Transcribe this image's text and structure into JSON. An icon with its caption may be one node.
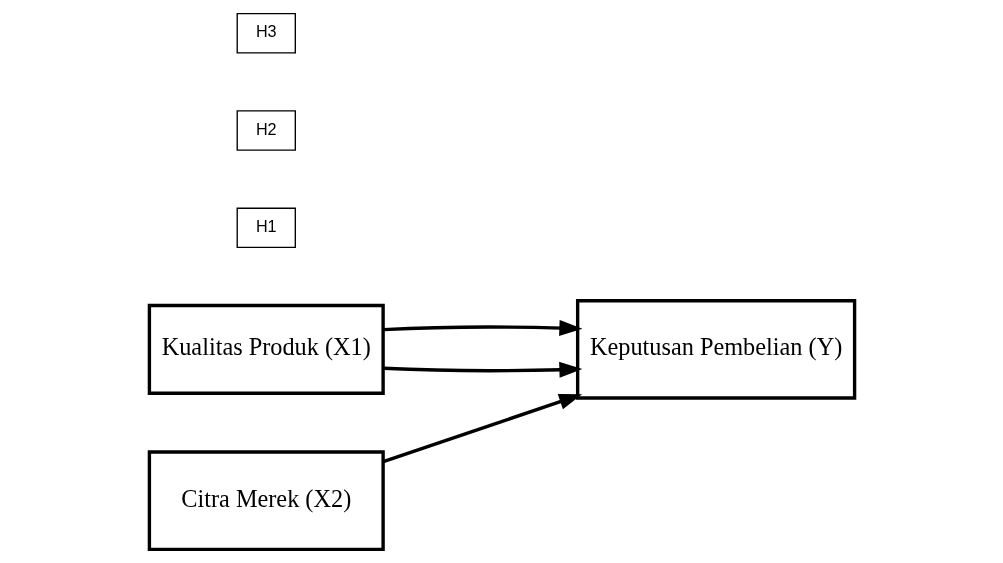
{
  "diagram": {
    "nodes": [
      {
        "text": [
          "Kualitas Produk (X1)"
        ]
      },
      {
        "text": [
          "Citra Merek (X2)"
        ]
      },
      {
        "text": [
          "Keputusan Pembelian (Y)"
        ]
      },
      {
        "text": [
          "H1"
        ]
      },
      {
        "text": [
          "H2"
        ]
      },
      {
        "text": [
          "H3"
        ]
      }
    ],
    "edges": [
      {
        "from": 0,
        "to": 2,
        "arrow": "to"
      },
      {
        "from": 1,
        "to": 2,
        "arrow": "to"
      },
      {
        "from": 0,
        "to": 2,
        "arrow": "to"
      }
    ]
  }
}
